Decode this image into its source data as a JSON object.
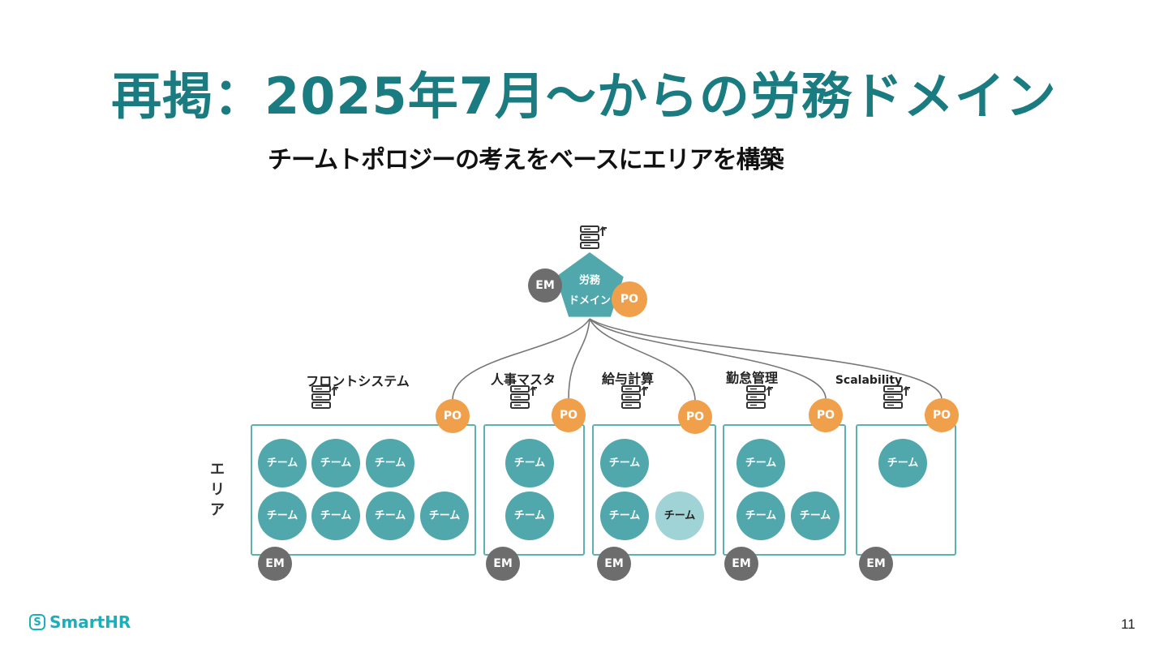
{
  "slide": {
    "title": "再掲：2025年7月〜からの労務ドメイン",
    "subtitle": "チームトポロジーの考えをベースにエリアを構築",
    "page_number": "11",
    "logo_text": "SmartHR",
    "logo_mark": "S"
  },
  "diagram": {
    "domain": {
      "label_line1": "労務",
      "label_line2": "ドメイン",
      "em_badge": "EM",
      "po_badge": "PO",
      "icon": "server-stack-icon"
    },
    "area_label": [
      "エ",
      "リ",
      "ア"
    ],
    "areas": [
      {
        "name": "フロントシステム",
        "po": "PO",
        "em": "EM",
        "teams": [
          "チーム",
          "チーム",
          "チーム",
          "チーム",
          "チーム",
          "チーム",
          "チーム"
        ]
      },
      {
        "name": "人事マスタ",
        "po": "PO",
        "em": "EM",
        "teams": [
          "チーム",
          "チーム"
        ]
      },
      {
        "name": "給与計算",
        "po": "PO",
        "em": "EM",
        "teams": [
          "チーム",
          "チーム",
          "チーム"
        ]
      },
      {
        "name": "勤怠管理",
        "po": "PO",
        "em": "EM",
        "teams": [
          "チーム",
          "チーム",
          "チーム"
        ]
      },
      {
        "name": "Scalability",
        "po": "PO",
        "em": "EM",
        "teams": [
          "チーム"
        ]
      }
    ],
    "colors": {
      "teal": "#50a8ad",
      "light_teal": "#9fd3d5",
      "orange": "#f0a04b",
      "gray": "#6d6d6d",
      "box_border": "#5fb0b3",
      "title": "#1a7b80"
    }
  }
}
